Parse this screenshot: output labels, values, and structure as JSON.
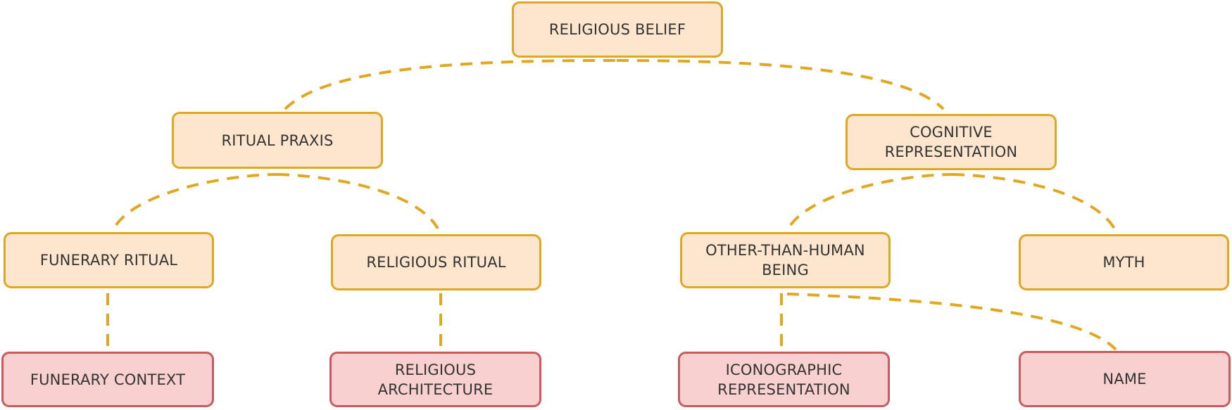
{
  "colors": {
    "concept_fill": "#fde6cd",
    "concept_border": "#e0a722",
    "evidence_fill": "#f8d0cf",
    "evidence_border": "#cc5b5d",
    "connector": "#e0a820",
    "text": "#333333"
  },
  "nodes": {
    "religious_belief": "RELIGIOUS BELIEF",
    "ritual_praxis": "RITUAL PRAXIS",
    "cognitive_representation": "COGNITIVE\nREPRESENTATION",
    "funerary_ritual": "FUNERARY RITUAL",
    "religious_ritual": "RELIGIOUS RITUAL",
    "other_than_human_being": "OTHER-THAN-HUMAN\nBEING",
    "myth": "MYTH",
    "funerary_context": "FUNERARY CONTEXT",
    "religious_architecture": "RELIGIOUS\nARCHITECTURE",
    "iconographic_representation": "ICONOGRAPHIC\nREPRESENTATION",
    "name": "NAME"
  },
  "edges": [
    {
      "from": "religious_belief",
      "to": "ritual_praxis"
    },
    {
      "from": "religious_belief",
      "to": "cognitive_representation"
    },
    {
      "from": "ritual_praxis",
      "to": "funerary_ritual"
    },
    {
      "from": "ritual_praxis",
      "to": "religious_ritual"
    },
    {
      "from": "cognitive_representation",
      "to": "other_than_human_being"
    },
    {
      "from": "cognitive_representation",
      "to": "myth"
    },
    {
      "from": "funerary_ritual",
      "to": "funerary_context"
    },
    {
      "from": "religious_ritual",
      "to": "religious_architecture"
    },
    {
      "from": "other_than_human_being",
      "to": "iconographic_representation"
    },
    {
      "from": "other_than_human_being",
      "to": "name"
    }
  ]
}
